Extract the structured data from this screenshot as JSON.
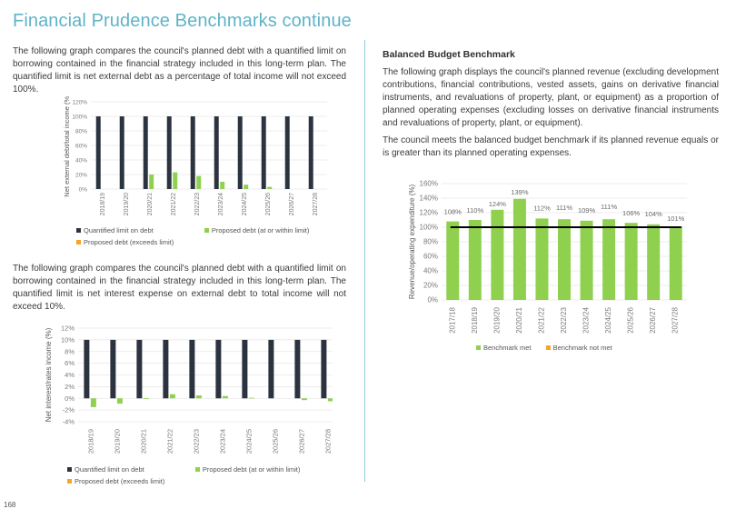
{
  "page": {
    "title": "Financial Prudence Benchmarks continue",
    "page_number": "168",
    "left_intro_1": "The following graph compares the council's planned debt with a quantified limit on borrowing contained in the financial strategy included in this long-term plan. The quantified limit is net external debt as a percentage of total income will not exceed 100%.",
    "left_intro_2": "The following graph compares the council's planned debt with a quantified limit on borrowing contained in the financial strategy included in this long-term plan. The quantified limit is net interest expense on external debt to total income will not exceed 10%.",
    "right_heading": "Balanced Budget Benchmark",
    "right_para_1": "The following graph displays the council's planned revenue (excluding development contributions, financial contributions, vested assets, gains on derivative financial instruments, and revaluations of property, plant, or equipment) as a proportion of planned operating expenses (excluding losses on derivative financial instruments and revaluations of property, plant, or equipment).",
    "right_para_2": "The council meets the balanced budget benchmark if its planned revenue equals or is greater than its planned operating expenses."
  },
  "colors": {
    "limit": "#2c3340",
    "within": "#8fd14f",
    "exceeds": "#f5a623",
    "met": "#8fd14f",
    "notmet": "#f5a623",
    "benchmark_line": "#000000",
    "grid": "#e6e6e6",
    "axis_text": "#7a7a7a",
    "title": "#5fb3c8"
  },
  "chart_data": [
    {
      "id": "debt-limit",
      "type": "bar",
      "ylabel": "Net external debt/total income (%)",
      "ylim": [
        0,
        120
      ],
      "yticks": [
        0,
        20,
        40,
        60,
        80,
        100,
        120
      ],
      "tick_suffix": "%",
      "categories": [
        "2018/19",
        "2019/20",
        "2020/21",
        "2021/22",
        "2022/23",
        "2023/24",
        "2024/25",
        "2025/26",
        "2026/27",
        "2027/28"
      ],
      "series": [
        {
          "name": "Quantified limit on debt",
          "values": [
            100,
            100,
            100,
            100,
            100,
            100,
            100,
            100,
            100,
            100
          ]
        },
        {
          "name": "Proposed debt (at or within limit)",
          "values": [
            0,
            0,
            20,
            23,
            18,
            10,
            6,
            3,
            0,
            0
          ]
        },
        {
          "name": "Proposed debt (exceeds limit)",
          "values": [
            0,
            0,
            0,
            0,
            0,
            0,
            0,
            0,
            0,
            0
          ]
        }
      ],
      "grid": true,
      "legend": "bottom"
    },
    {
      "id": "interest-limit",
      "type": "bar",
      "ylabel": "Net interest/rates income (%)",
      "ylim": [
        -4,
        12
      ],
      "yticks": [
        -4,
        -2,
        0,
        2,
        4,
        6,
        8,
        10,
        12
      ],
      "tick_suffix": "%",
      "categories": [
        "2018/19",
        "2019/20",
        "2020/21",
        "2021/22",
        "2022/23",
        "2023/24",
        "2024/25",
        "2025/26",
        "2026/27",
        "2027/28"
      ],
      "series": [
        {
          "name": "Quantified limit on debt",
          "values": [
            10,
            10,
            10,
            10,
            10,
            10,
            10,
            10,
            10,
            10
          ]
        },
        {
          "name": "Proposed debt (at or within limit)",
          "values": [
            -1.5,
            -0.9,
            -0.1,
            0.7,
            0.5,
            0.4,
            0.1,
            0,
            -0.3,
            -0.5
          ]
        },
        {
          "name": "Proposed debt (exceeds limit)",
          "values": [
            0,
            0,
            0,
            0,
            0,
            0,
            0,
            0,
            0,
            0
          ]
        }
      ],
      "grid": true,
      "legend": "bottom"
    },
    {
      "id": "balanced-budget",
      "type": "bar",
      "ylabel": "Revenue/operating expenditure (%)",
      "ylim": [
        0,
        160
      ],
      "yticks": [
        0,
        20,
        40,
        60,
        80,
        100,
        120,
        140,
        160
      ],
      "tick_suffix": "%",
      "categories": [
        "2017/18",
        "2018/19",
        "2019/20",
        "2020/21",
        "2021/22",
        "2022/23",
        "2023/24",
        "2024/25",
        "2025/26",
        "2026/27",
        "2027/28"
      ],
      "series": [
        {
          "name": "Benchmark met",
          "values": [
            108,
            110,
            124,
            139,
            112,
            111,
            109,
            111,
            106,
            104,
            101
          ]
        },
        {
          "name": "Benchmark not met",
          "values": [
            0,
            0,
            0,
            0,
            0,
            0,
            0,
            0,
            0,
            0,
            0
          ]
        }
      ],
      "data_labels": [
        "108%",
        "110%",
        "124%",
        "139%",
        "112%",
        "111%",
        "109%",
        "111%",
        "106%",
        "104%",
        "101%"
      ],
      "benchmark": 100,
      "grid": true,
      "legend": "bottom"
    }
  ]
}
